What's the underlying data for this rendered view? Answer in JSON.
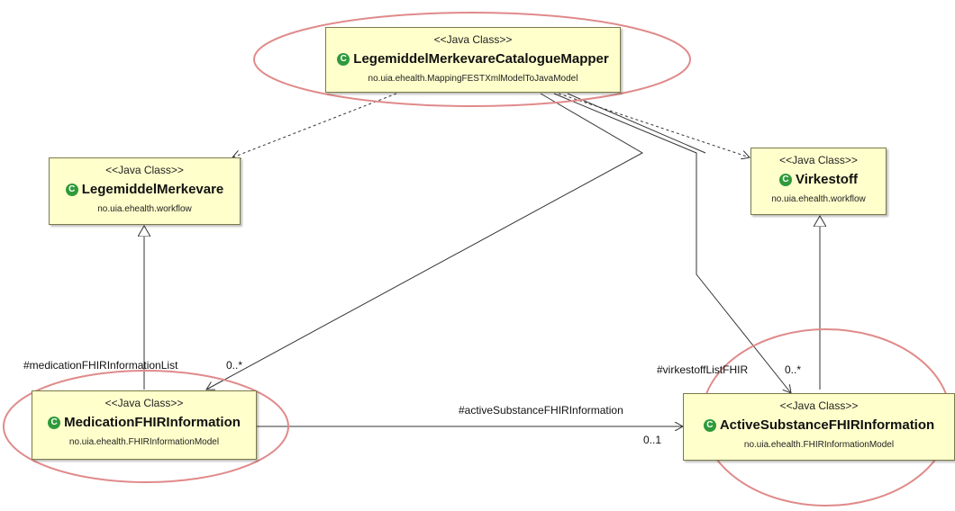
{
  "classes": {
    "mapper": {
      "stereotype": "<<Java Class>>",
      "name": "LegemiddelMerkevareCatalogueMapper",
      "package": "no.uia.ehealth.MappingFESTXmlModelToJavaModel"
    },
    "legemiddel": {
      "stereotype": "<<Java Class>>",
      "name": "LegemiddelMerkevare",
      "package": "no.uia.ehealth.workflow"
    },
    "virkestoff": {
      "stereotype": "<<Java Class>>",
      "name": "Virkestoff",
      "package": "no.uia.ehealth.workflow"
    },
    "medication": {
      "stereotype": "<<Java Class>>",
      "name": "MedicationFHIRInformation",
      "package": "no.uia.ehealth.FHIRInformationModel"
    },
    "active": {
      "stereotype": "<<Java Class>>",
      "name": "ActiveSubstanceFHIRInformation",
      "package": "no.uia.ehealth.FHIRInformationModel"
    }
  },
  "class_icon_glyph": "C",
  "labels": {
    "medication_list": "#medicationFHIRInformationList",
    "medication_mult": "0..*",
    "virkestoff_list": "#virkestoffListFHIR",
    "virkestoff_mult": "0..*",
    "active_assoc": "#activeSubstanceFHIRInformation",
    "active_mult": "0..1"
  },
  "colors": {
    "box_fill": "#ffffcc",
    "highlight_ellipse": "#e08a8a",
    "class_icon": "#2f9a3a"
  }
}
